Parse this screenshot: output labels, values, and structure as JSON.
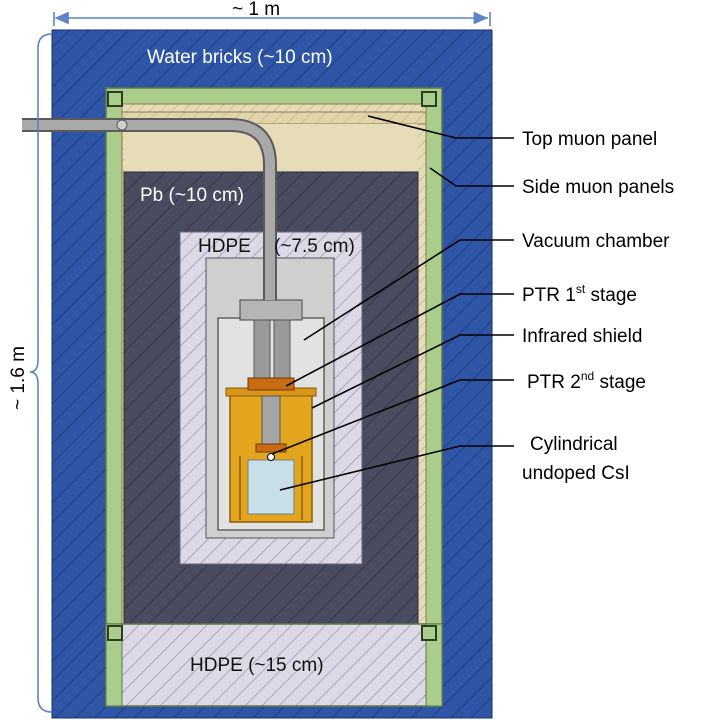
{
  "dimensions": {
    "width_label": "~ 1 m",
    "height_label": "~ 1.6 m"
  },
  "regions": {
    "water": "Water bricks (~10 cm)",
    "lead": "Pb (~10 cm)",
    "hdpe_inner_name": "HDPE",
    "hdpe_inner_thickness": "(~7.5 cm)",
    "hdpe_bottom": "HDPE (~15 cm)"
  },
  "callouts": [
    {
      "text": "Top muon panel"
    },
    {
      "text": "Side muon panels"
    },
    {
      "text": "Vacuum chamber"
    },
    {
      "text": "PTR 1",
      "sup": "st",
      "tail": " stage"
    },
    {
      "text": "Infrared shield"
    },
    {
      "text": "PTR 2",
      "sup": "nd",
      "tail": " stage"
    },
    {
      "text": "Cylindrical",
      "line2": "undoped CsI"
    }
  ],
  "colors": {
    "water": "#2f55a6",
    "lead": "#4a4b5e",
    "hdpe": "#dcd8e6",
    "muon_panel": "#aacd8c",
    "top_panel": "#e2d5ac",
    "vacuum": "#cfcfcf",
    "infrared_shield": "#e3a51d",
    "ptr_stage": "#c86b12",
    "crystal": "#c9dfe8"
  }
}
